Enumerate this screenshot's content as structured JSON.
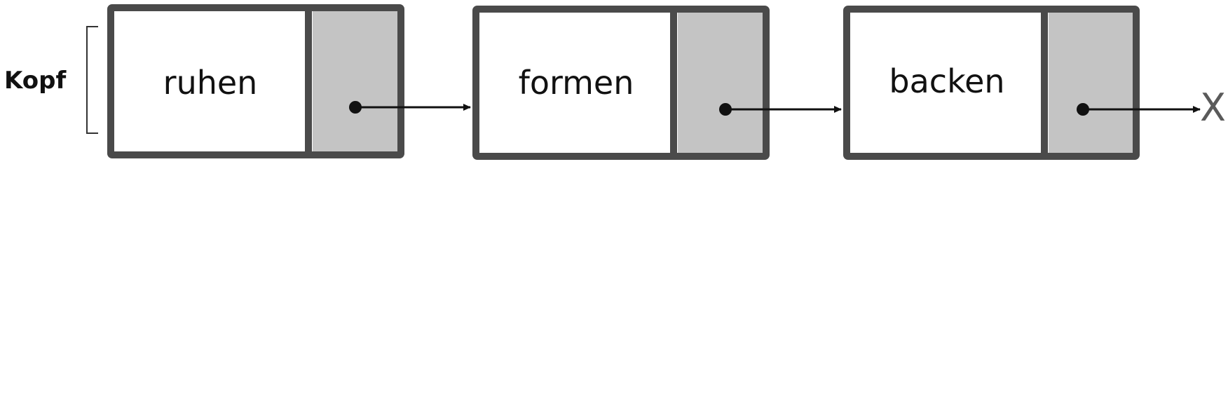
{
  "head_label": "Kopf",
  "nodes": [
    {
      "value": "ruhen"
    },
    {
      "value": "formen"
    },
    {
      "value": "backen"
    }
  ],
  "null_marker": "X",
  "colors": {
    "border": "#4a4a4a",
    "pointer_cell": "#c4c4c4",
    "value_cell": "#ffffff",
    "arrow": "#111111"
  }
}
